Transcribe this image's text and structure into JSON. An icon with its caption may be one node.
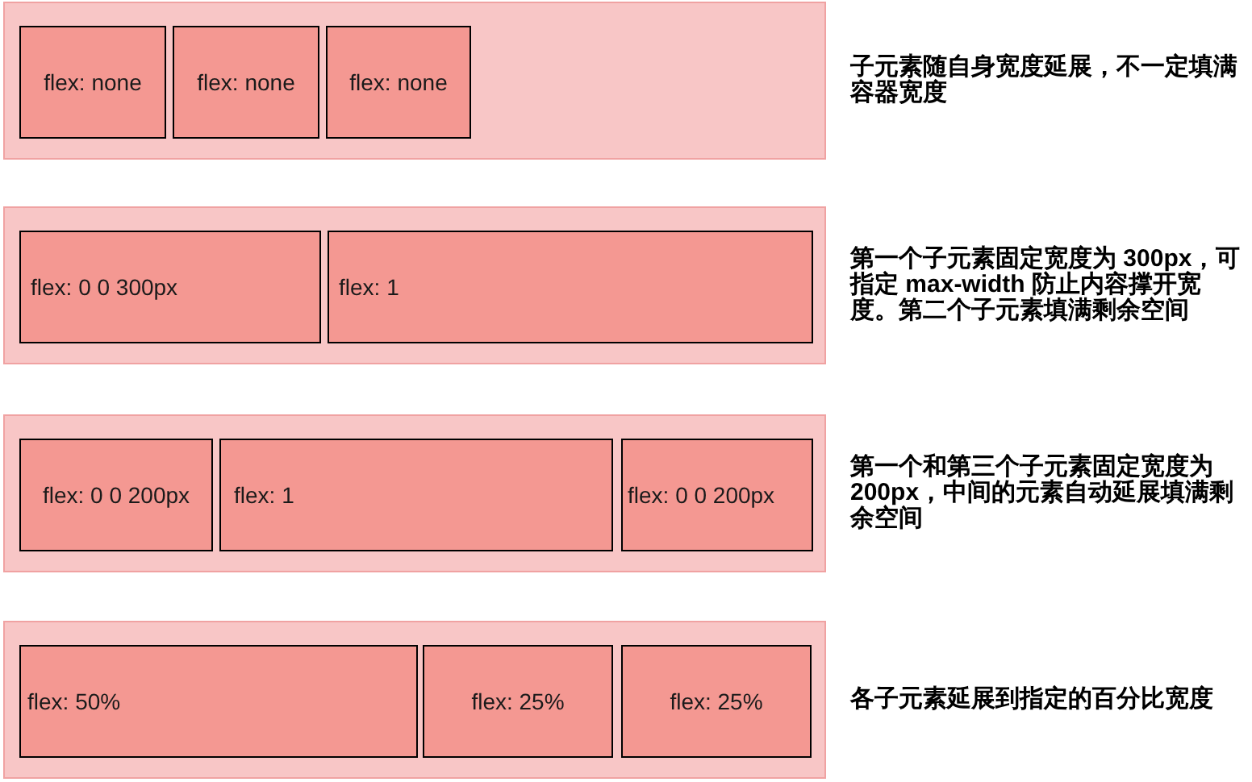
{
  "diagram": {
    "nodes": [
      {
        "text": [],
        "shape": "box",
        "beside": [
          "子元素随自身宽度延展，不一定填满容器宽度"
        ]
      },
      {
        "text": [
          "flex: none"
        ],
        "in": 0
      },
      {
        "text": [
          "flex: none"
        ],
        "in": 0
      },
      {
        "text": [
          "flex: none"
        ],
        "in": 0
      },
      {
        "text": [],
        "shape": "box",
        "beside": [
          "第一个子元素固定宽度为 300px，可指定 max-width 防止内容撑开宽度。第二个子元素填满剩余空间"
        ]
      },
      {
        "text": [
          "flex: 0 0 300px"
        ],
        "in": 4
      },
      {
        "text": [
          "flex: 1"
        ],
        "in": 4
      },
      {
        "text": [],
        "shape": "box",
        "beside": [
          "第一个和第三个子元素固定宽度为200px，中间的元素自动延展填满剩余空间"
        ]
      },
      {
        "text": [
          "flex: 0 0 200px"
        ],
        "in": 7
      },
      {
        "text": [
          "flex: 1"
        ],
        "in": 7
      },
      {
        "text": [
          "flex: 0 0 200px"
        ],
        "in": 7
      },
      {
        "text": [],
        "shape": "box",
        "beside": [
          "各子元素延展到指定的百分比宽度"
        ]
      },
      {
        "text": [
          "flex: 50%"
        ],
        "in": 11
      },
      {
        "text": [
          "flex: 25%"
        ],
        "in": 11
      },
      {
        "text": [
          "flex: 25%"
        ],
        "in": 11
      }
    ]
  }
}
